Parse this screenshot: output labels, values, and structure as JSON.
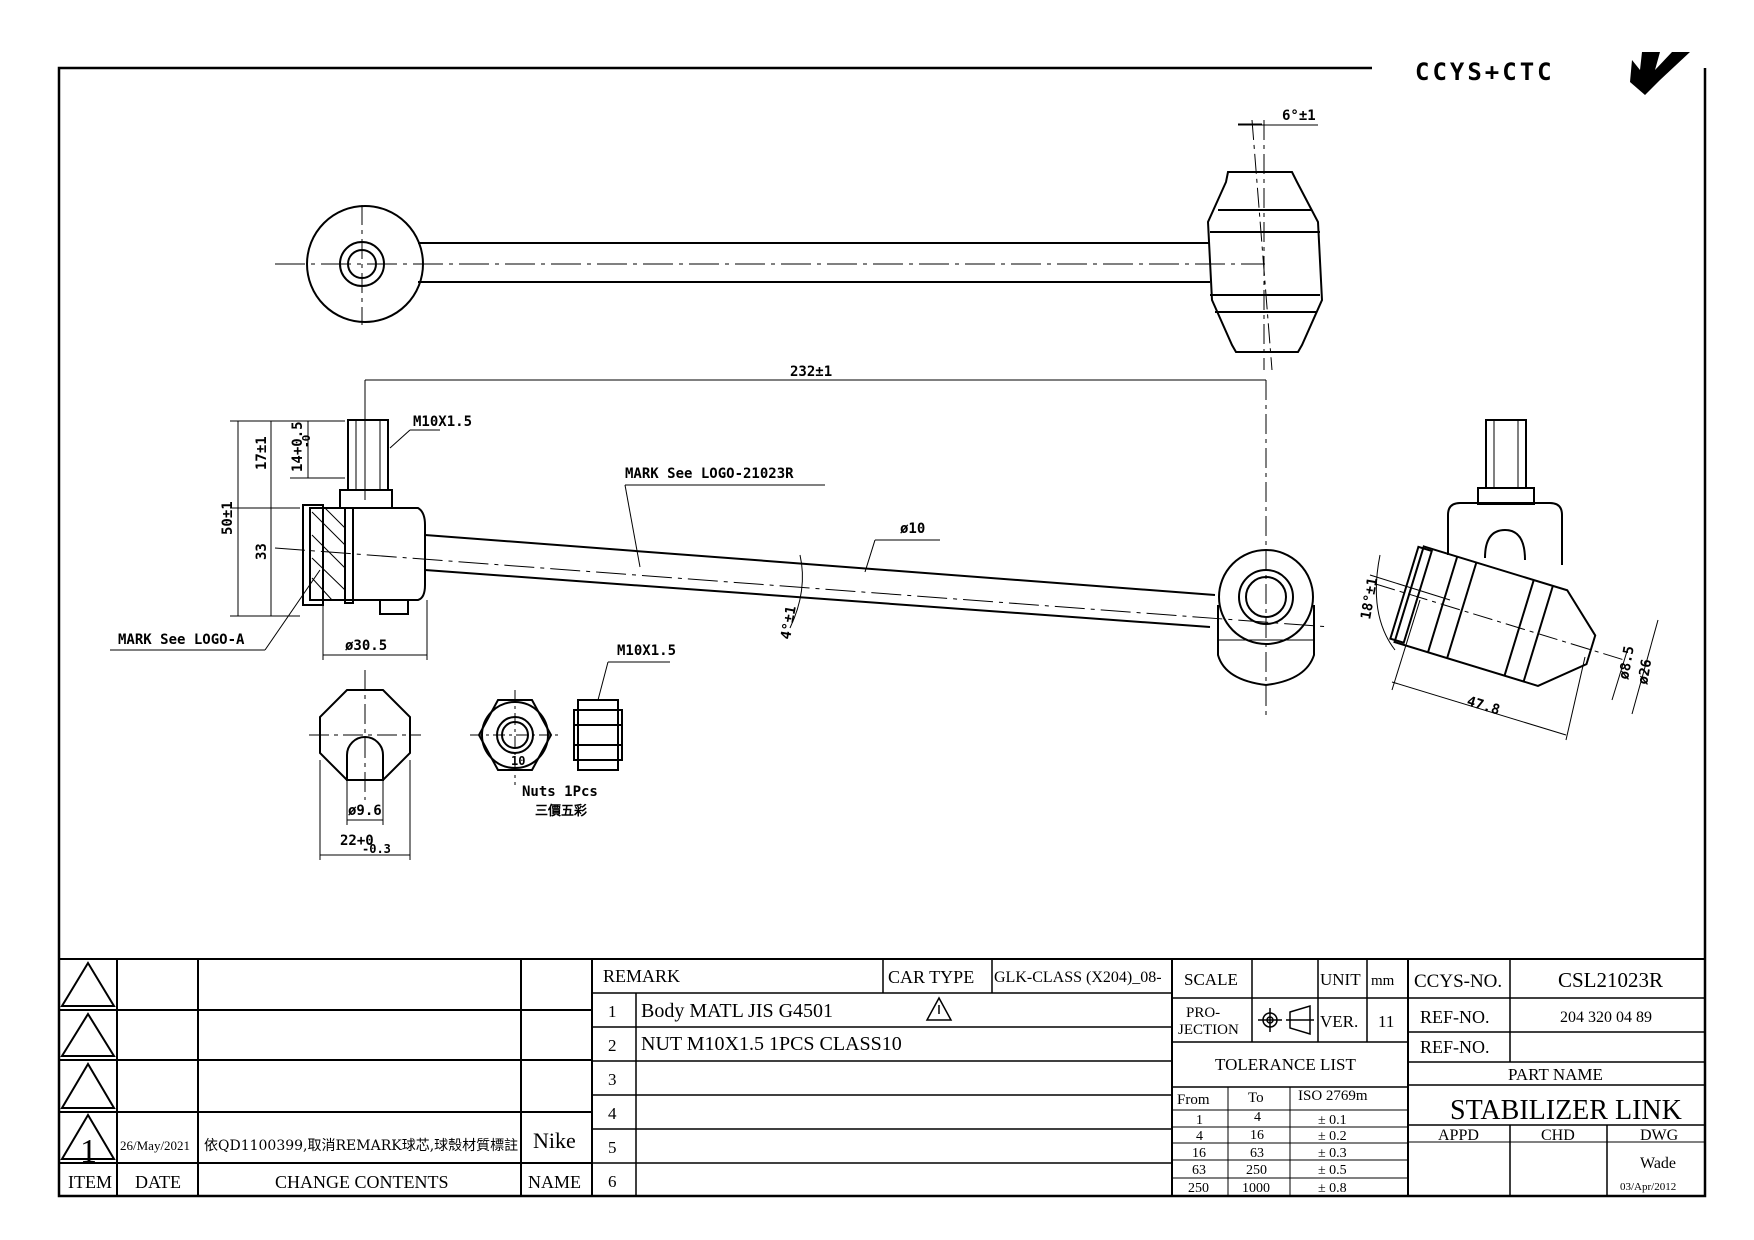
{
  "logo": {
    "text": "CCYS+CTC"
  },
  "dims": {
    "angle_top": "6°±1",
    "length": "232±1",
    "thread_top": "M10X1.5",
    "mark_logo_b": "MARK See LOGO-21023R",
    "rod_dia": "ø10",
    "h17": "17±1",
    "h14": "14+0.5",
    "h14_tol": "-0",
    "h50": "50±1",
    "h33": "33",
    "mark_logo_a": "MARK See LOGO-A",
    "dia_left": "ø30.5",
    "angle_rod": "4°±1",
    "angle_right": "18°±1",
    "len_right": "47.8",
    "dia_85": "ø8.5",
    "dia_26": "ø26",
    "thread_nut": "M10X1.5",
    "dia_96": "ø9.6",
    "w22": "22+0",
    "w22_tol": "-0.3",
    "nut_note": "Nuts 1Pcs",
    "nut_brand": "三價五彩",
    "nut_size": "10"
  },
  "revision": {
    "rows": [
      {
        "item": "",
        "date": "",
        "content": "",
        "name": ""
      },
      {
        "item": "",
        "date": "",
        "content": "",
        "name": ""
      },
      {
        "item": "",
        "date": "",
        "content": "",
        "name": ""
      },
      {
        "item": "1",
        "date": "26/May/2021",
        "content": "依QD1100399,取消REMARK球芯,球殼材質標註",
        "name": "Nike"
      }
    ],
    "headers": {
      "item": "ITEM",
      "date": "DATE",
      "content": "CHANGE CONTENTS",
      "name": "NAME"
    }
  },
  "remark": {
    "title": "REMARK",
    "car_type_label": "CAR TYPE",
    "car_type": "GLK-CLASS (X204)_08-",
    "lines": [
      {
        "no": "1",
        "text": "Body MATL JIS G4501"
      },
      {
        "no": "2",
        "text": "NUT M10X1.5 1PCS CLASS10"
      },
      {
        "no": "3",
        "text": ""
      },
      {
        "no": "4",
        "text": ""
      },
      {
        "no": "5",
        "text": ""
      },
      {
        "no": "6",
        "text": ""
      }
    ]
  },
  "info": {
    "scale_label": "SCALE",
    "scale_value": "",
    "unit_label": "UNIT",
    "unit_value": "mm",
    "projection_label_1": "PRO-",
    "projection_label_2": "JECTION",
    "ver_label": "VER.",
    "ver_value": "11",
    "tolerance_title": "TOLERANCE LIST",
    "tol_headers": {
      "from": "From",
      "to": "To",
      "iso": "ISO 2769m"
    },
    "tolerances": [
      {
        "from": "1",
        "to": "4",
        "tol": "± 0.1"
      },
      {
        "from": "4",
        "to": "16",
        "tol": "± 0.2"
      },
      {
        "from": "16",
        "to": "63",
        "tol": "± 0.3"
      },
      {
        "from": "63",
        "to": "250",
        "tol": "± 0.5"
      },
      {
        "from": "250",
        "to": "1000",
        "tol": "± 0.8"
      }
    ]
  },
  "title_block": {
    "ccys_label": "CCYS-NO.",
    "ccys_no": "CSL21023R",
    "ref_label_1": "REF-NO.",
    "ref_no_1": "204 320 04 89",
    "ref_label_2": "REF-NO.",
    "ref_no_2": "",
    "part_name_label": "PART NAME",
    "part_name": "STABILIZER LINK",
    "appd_label": "APPD",
    "chd_label": "CHD",
    "dwg_label": "DWG",
    "dwg_name": "Wade",
    "dwg_date": "03/Apr/2012"
  }
}
